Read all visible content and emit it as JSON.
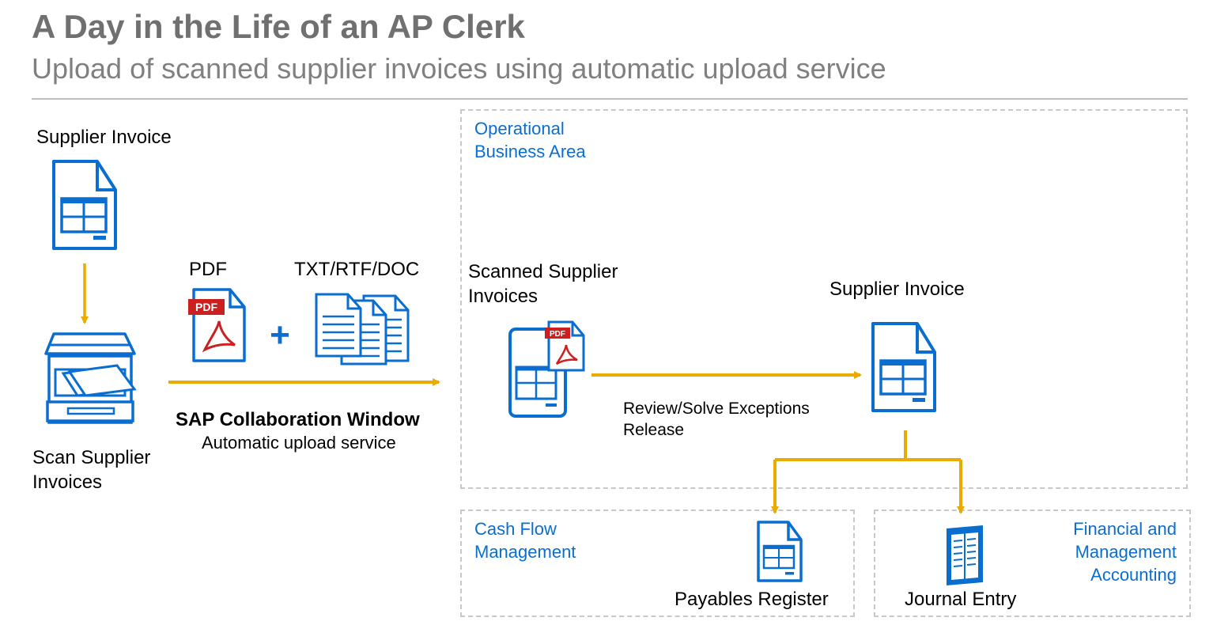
{
  "header": {
    "title": "A Day in the Life of an AP Clerk",
    "subtitle": "Upload of scanned supplier invoices using automatic upload service"
  },
  "left": {
    "supplier_invoice_label": "Supplier Invoice",
    "scan_label_line1": "Scan Supplier",
    "scan_label_line2": "Invoices"
  },
  "middle": {
    "pdf_label": "PDF",
    "txt_label": "TXT/RTF/DOC",
    "pdf_badge": "PDF",
    "plus": "+",
    "collab_title": "SAP Collaboration Window",
    "collab_subtitle": "Automatic upload service"
  },
  "operational": {
    "area_line1": "Operational",
    "area_line2": "Business Area",
    "scanned_line1": "Scanned Supplier",
    "scanned_line2": "Invoices",
    "scanned_pdf_badge": "PDF",
    "review_line1": "Review/Solve Exceptions",
    "review_line2": "Release",
    "supplier_invoice_label": "Supplier Invoice"
  },
  "cashflow": {
    "area_line1": "Cash Flow",
    "area_line2": "Management",
    "payables_label": "Payables Register"
  },
  "financial": {
    "area_line1": "Financial and",
    "area_line2": "Management",
    "area_line3": "Accounting",
    "journal_label": "Journal Entry"
  },
  "colors": {
    "accent_blue": "#0a6ed1",
    "arrow_gold": "#e9ab00",
    "pdf_red": "#cc1f1f",
    "title_gray": "#707070",
    "dash_gray": "#c8c8c8"
  }
}
